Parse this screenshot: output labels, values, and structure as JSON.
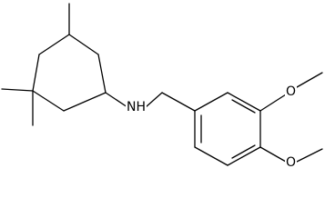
{
  "structure": {
    "atom_labels": {
      "nh": "NH",
      "o_upper": "O",
      "o_lower": "O"
    },
    "colors": {
      "bonds": "#000000",
      "labels": "#000000",
      "background": "#ffffff"
    }
  }
}
